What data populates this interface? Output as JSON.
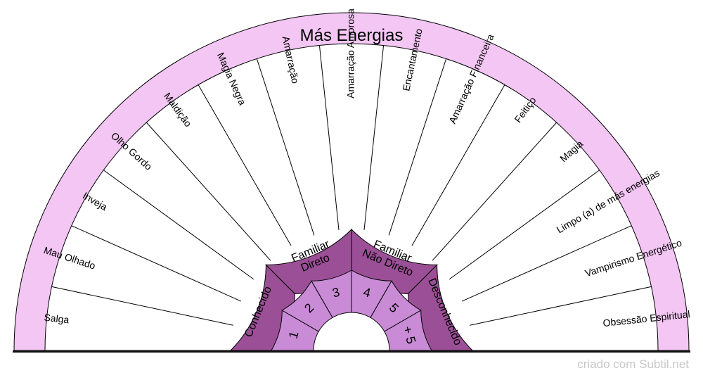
{
  "title": "Más Energias",
  "sectors": [
    "Salga",
    "Mau Olhado",
    "Inveja",
    "Olho Gordo",
    "Maldição",
    "Magia Negra",
    "Amarração",
    "Amarração Amorosa",
    "Encantamento",
    "Amarração Financeira",
    "Feitiço",
    "Magia",
    "Limpo (a) de más energias",
    "Vampirismo Energético",
    "Obsessão Espiritual"
  ],
  "relation_ring": [
    {
      "label": "Conhecido",
      "lines": [
        "Conhecido"
      ]
    },
    {
      "label": "Familiar Direto",
      "lines": [
        "Familiar",
        "Direto"
      ]
    },
    {
      "label": "Familiar Não Direto",
      "lines": [
        "Familiar",
        "Não Direto"
      ]
    },
    {
      "label": "Desconhecido",
      "lines": [
        "Desconhecido"
      ]
    }
  ],
  "number_ring": [
    "1",
    "2",
    "3",
    "4",
    "5",
    "+ 5"
  ],
  "credit": "criado com Subtil.net",
  "colors": {
    "outer_band": "#f3c6f3",
    "relation_ring": "#9b4f96",
    "number_ring": "#c98bd6",
    "line": "#000000",
    "base": "#111111"
  }
}
